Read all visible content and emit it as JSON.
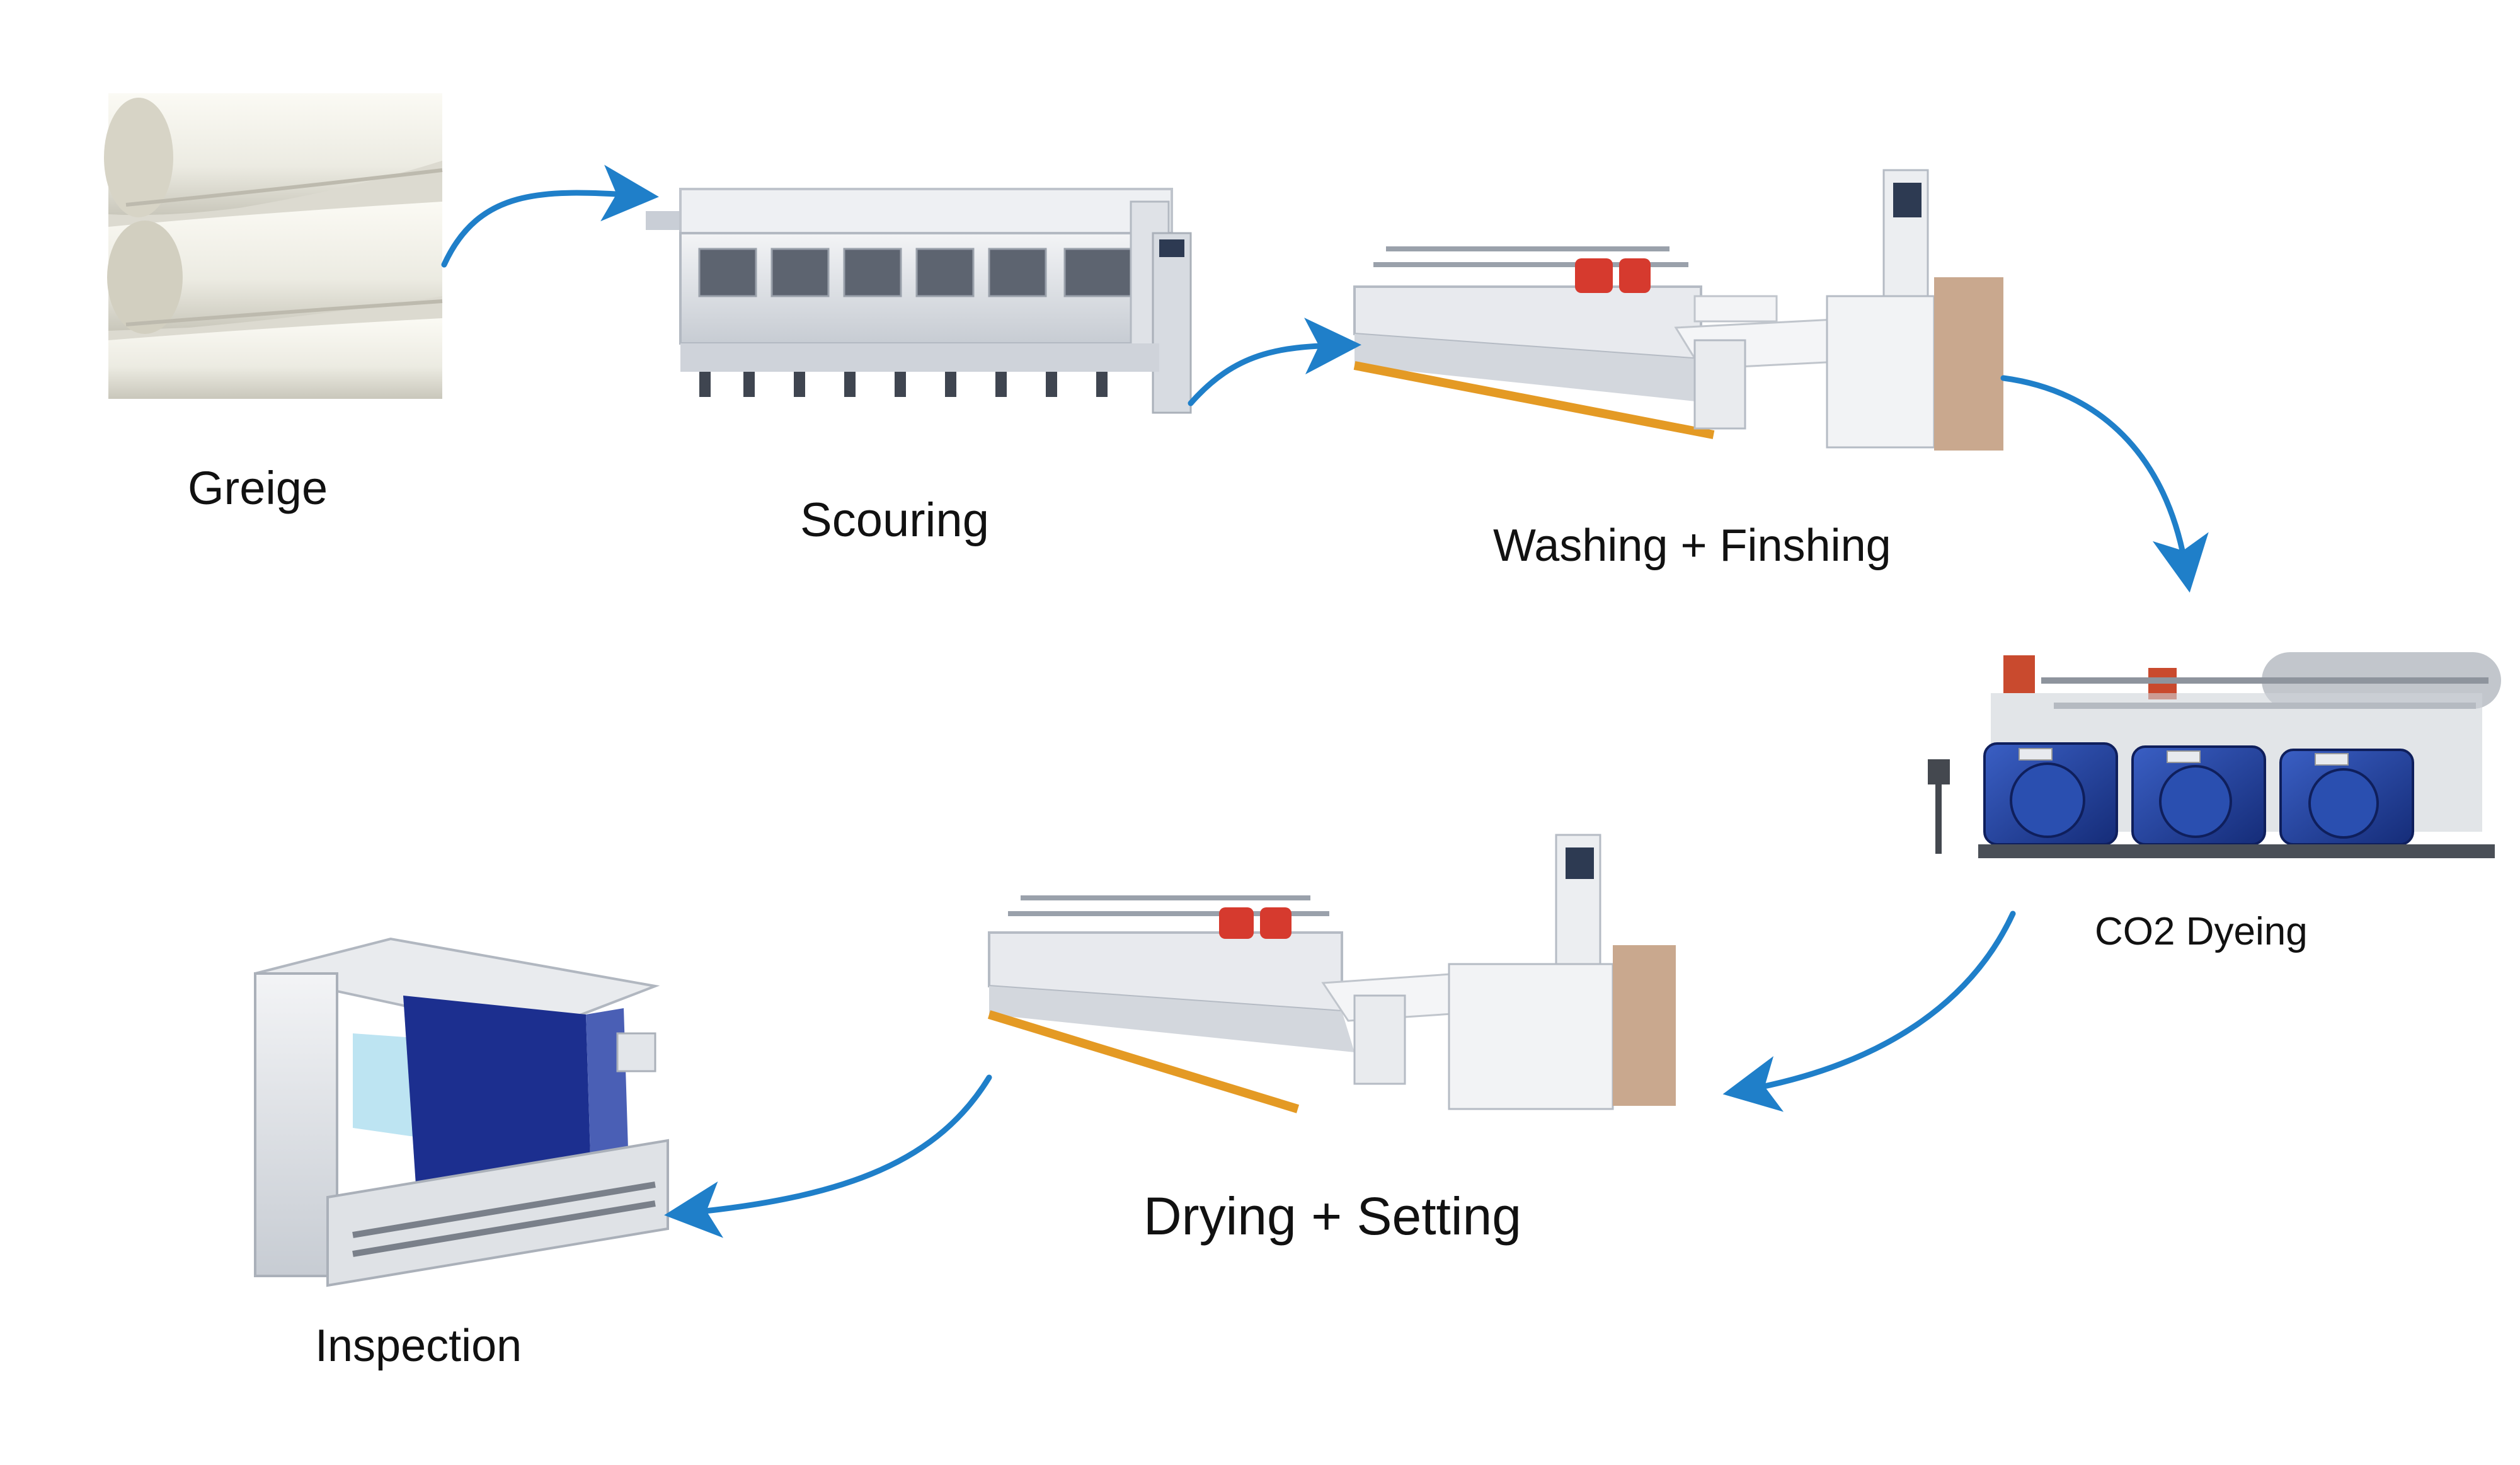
{
  "colors": {
    "arrow": "#1f7fc9",
    "machine_body": "#e6e8ec",
    "machine_shadow": "#b9bec6",
    "rail": "#e49a24",
    "dye_blue": "#1f3f9c",
    "inspection_fabric": "#1c2f8f",
    "fabric": "#f1efe6"
  },
  "steps": [
    {
      "id": "greige",
      "label": "Greige",
      "icon": "fabric-rolls-icon"
    },
    {
      "id": "scouring",
      "label": "Scouring",
      "icon": "scouring-machine-icon"
    },
    {
      "id": "washing",
      "label": "Washing + Finshing",
      "icon": "washing-range-icon"
    },
    {
      "id": "co2",
      "label": "CO2 Dyeing",
      "icon": "co2-dyeing-machine-icon"
    },
    {
      "id": "drying",
      "label": "Drying + Setting",
      "icon": "stenter-machine-icon"
    },
    {
      "id": "inspection",
      "label": "Inspection",
      "icon": "inspection-machine-icon"
    }
  ]
}
